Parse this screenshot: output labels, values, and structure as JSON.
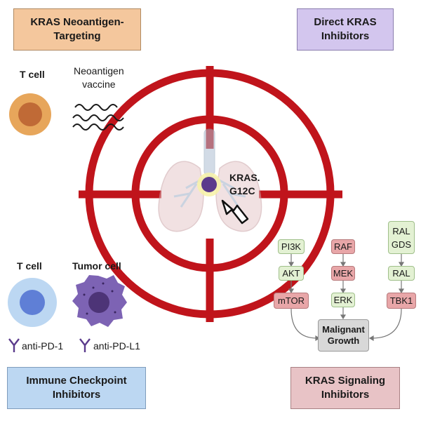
{
  "quadrants": {
    "top_left": "KRAS Neoantigen-\nTargeting",
    "top_right": "Direct KRAS\nInhibitors",
    "bottom_left": "Immune Checkpoint\nInhibitors",
    "bottom_right": "KRAS Signaling\nInhibitors"
  },
  "neoantigen": {
    "t_cell_label": "T cell",
    "vaccine_label": "Neoantigen\nvaccine"
  },
  "checkpoint": {
    "t_cell_label": "T cell",
    "tumor_cell_label": "Tumor cell",
    "anti_pd1": "anti-PD-1",
    "anti_pdl1": "anti-PD-L1"
  },
  "target": {
    "mutation_label": "KRAS.\nG12C"
  },
  "pathway": {
    "pi3k": "PI3K",
    "akt": "AKT",
    "mtor": "mTOR",
    "raf": "RAF",
    "mek": "MEK",
    "erk": "ERK",
    "ral_gds": "RAL\nGDS",
    "ral": "RAL",
    "tbk1": "TBK1",
    "malignant": "Malignant\nGrowth"
  },
  "colors": {
    "crosshair": "#c0141b",
    "green_node": "#e3f1d3",
    "red_node": "#e8a6a8",
    "tumor": "#5b3b8c"
  }
}
